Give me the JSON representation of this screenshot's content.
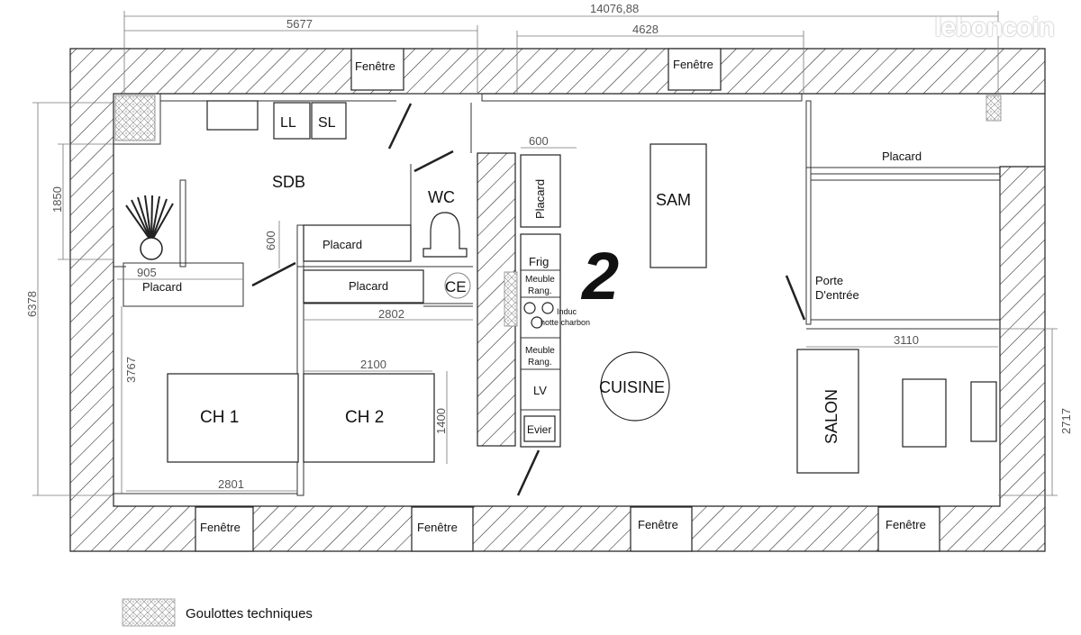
{
  "watermark": "leboncoin",
  "dimensions": {
    "total_width": "14076,88",
    "left_width": "5677",
    "right_width": "4628",
    "total_height": "6378",
    "sdb_height": "1850",
    "bedroom_height": "3767",
    "salon_height": "2717",
    "placard_width": "905",
    "closet_depth": "600",
    "kitchen_depth": "600",
    "corridor_width": "2802",
    "ch2_width": "2100",
    "ch2_height": "1400",
    "ch1_width": "2801",
    "salon_width": "3110"
  },
  "rooms": {
    "sdb": "SDB",
    "wc": "WC",
    "sam": "SAM",
    "cuisine": "CUISINE",
    "salon": "SALON",
    "ch1": "CH 1",
    "ch2": "CH 2",
    "number": "2"
  },
  "fixtures": {
    "ll": "LL",
    "sl": "SL",
    "placard": "Placard",
    "ce": "CE",
    "frig": "Frig",
    "meuble_line1": "Meuble",
    "meuble_line2": "Rang.",
    "induc": "Induc",
    "hotte": "hotte charbon",
    "lv": "LV",
    "evier": "Evier",
    "porte_line1": "Porte",
    "porte_line2": "D'entrée"
  },
  "window_label": "Fenêtre",
  "legend": {
    "label": "Goulottes techniques"
  }
}
